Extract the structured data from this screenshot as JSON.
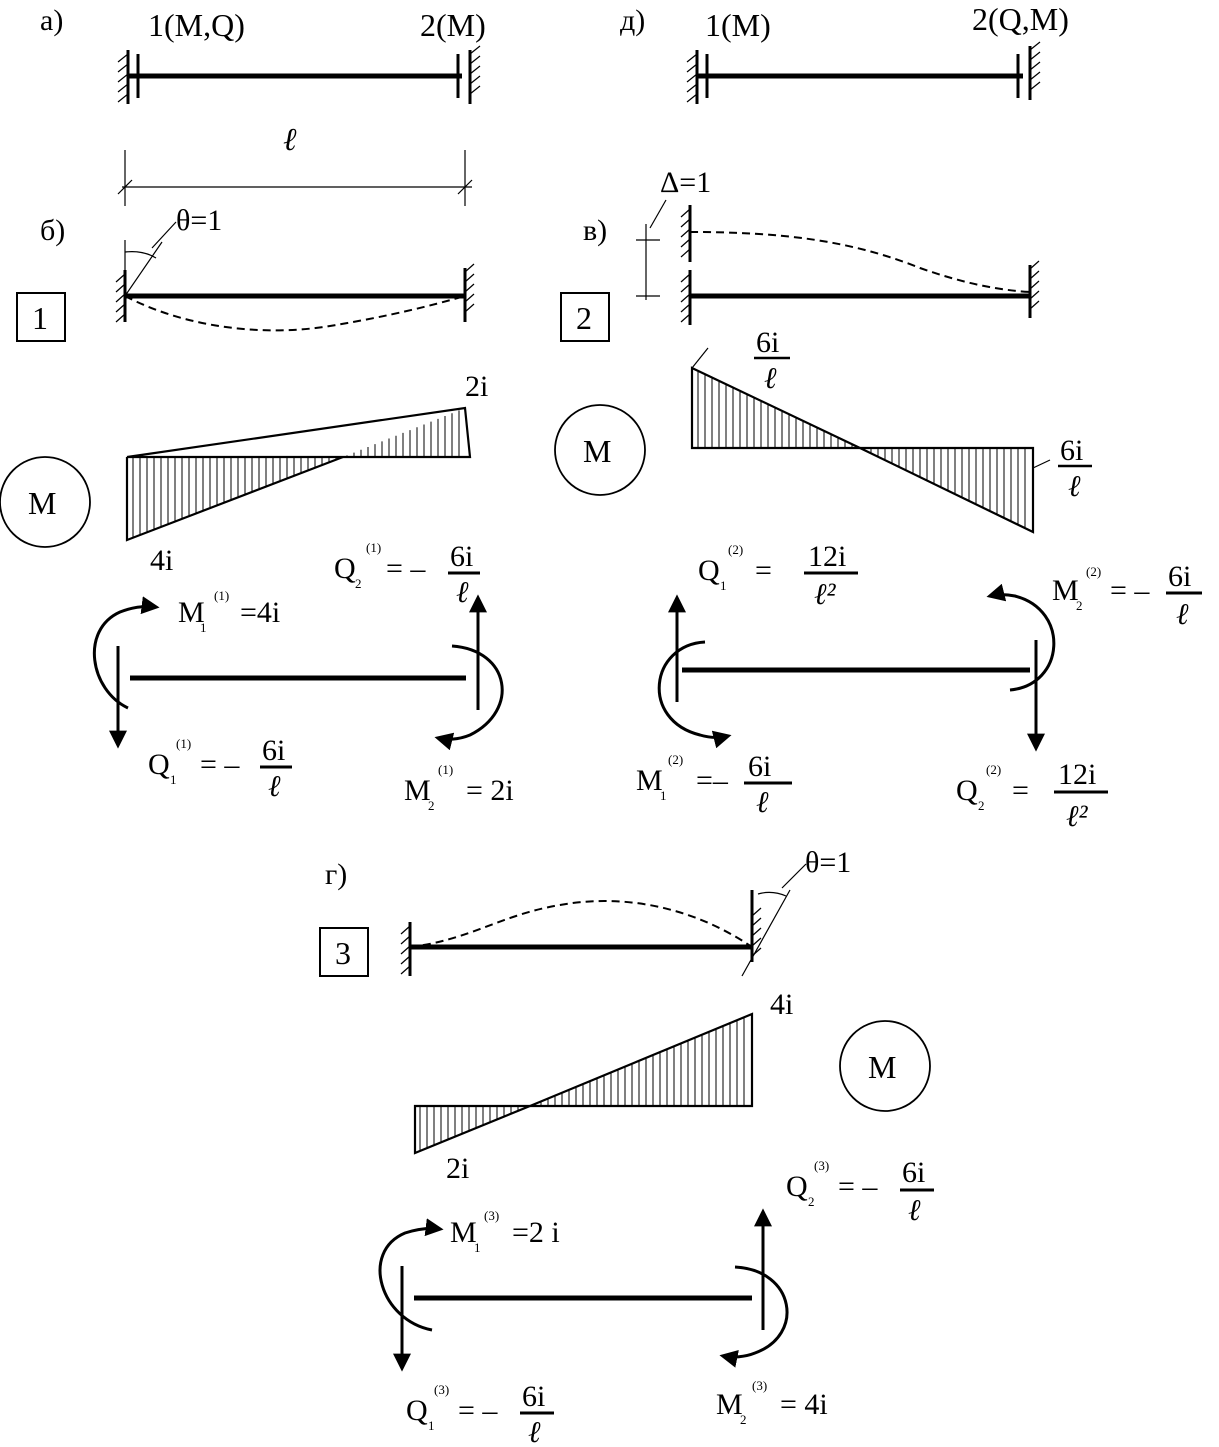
{
  "panels": {
    "a": "а)",
    "d": "д)",
    "b": "б)",
    "v": "в)",
    "g": "г)"
  },
  "schemes": {
    "a_node1": "1(M,Q)",
    "a_node2": "2(M)",
    "d_node1": "1(M)",
    "d_node2": "2(Q,M)",
    "span": "ℓ"
  },
  "boxes": {
    "box1": "1",
    "box2": "2",
    "box3": "3"
  },
  "diagram_symbol": "M",
  "case1": {
    "theta": "θ=1",
    "m_right": "2i",
    "m_left": "4i",
    "M1": {
      "sym": "M",
      "sub": "1",
      "sup": "(1)",
      "rhs": "=4i"
    },
    "Q2": {
      "sym": "Q",
      "sub": "2",
      "sup": "(1)",
      "rhs": "= –",
      "num": "6i",
      "den": "ℓ"
    },
    "Q1": {
      "sym": "Q",
      "sub": "1",
      "sup": "(1)",
      "rhs": "= –",
      "num": "6i",
      "den": "ℓ"
    },
    "M2": {
      "sym": "M",
      "sub": "2",
      "sup": "(1)",
      "rhs": "= 2i"
    }
  },
  "case2": {
    "delta": "Δ=1",
    "m_left_num": "6i",
    "m_left_den": "ℓ",
    "m_right_num": "6i",
    "m_right_den": "ℓ",
    "Q1": {
      "sym": "Q",
      "sub": "1",
      "sup": "(2)",
      "rhs": "=",
      "num": "12i",
      "den": "ℓ²"
    },
    "M2": {
      "sym": "M",
      "sub": "2",
      "sup": "(2)",
      "rhs": "= –",
      "num": "6i",
      "den": "ℓ"
    },
    "M1": {
      "sym": "M",
      "sub": "1",
      "sup": "(2)",
      "rhs": "=–",
      "num": "6i",
      "den": "ℓ"
    },
    "Q2": {
      "sym": "Q",
      "sub": "2",
      "sup": "(2)",
      "rhs": "=",
      "num": "12i",
      "den": "ℓ²"
    }
  },
  "case3": {
    "theta": "θ=1",
    "m_right": "4i",
    "m_left": "2i",
    "M1": {
      "sym": "M",
      "sub": "1",
      "sup": "(3)",
      "rhs": "=2 i"
    },
    "Q2": {
      "sym": "Q",
      "sub": "2",
      "sup": "(3)",
      "rhs": "= –",
      "num": "6i",
      "den": "ℓ"
    },
    "Q1": {
      "sym": "Q",
      "sub": "1",
      "sup": "(3)",
      "rhs": "= –",
      "num": "6i",
      "den": "ℓ"
    },
    "M2": {
      "sym": "M",
      "sub": "2",
      "sup": "(3)",
      "rhs": "= 4i"
    }
  }
}
